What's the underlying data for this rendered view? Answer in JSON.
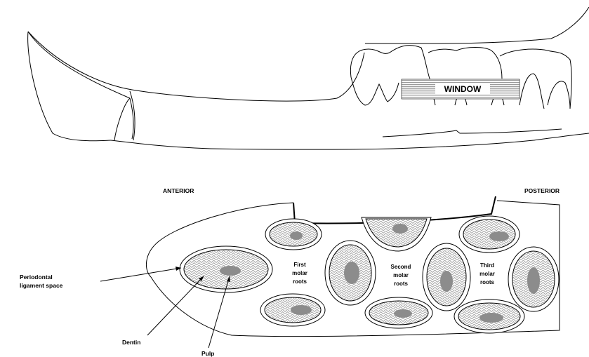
{
  "labels": {
    "window": "WINDOW",
    "anterior": "ANTERIOR",
    "posterior": "POSTERIOR",
    "pdl_line1": "Periodontal",
    "pdl_line2": "ligament space",
    "dentin": "Dentin",
    "pulp": "Pulp",
    "first_molar_1": "First",
    "first_molar_2": "molar",
    "first_molar_3": "roots",
    "second_molar_1": "Second",
    "second_molar_2": "molar",
    "second_molar_3": "roots",
    "third_molar_1": "Third",
    "third_molar_2": "molar",
    "third_molar_3": "roots"
  },
  "colors": {
    "stroke": "#000000",
    "pulp": "#8c8c8c",
    "window_stripe": "#9a9a9a",
    "dentin_hatch": "#aaaaaa"
  }
}
